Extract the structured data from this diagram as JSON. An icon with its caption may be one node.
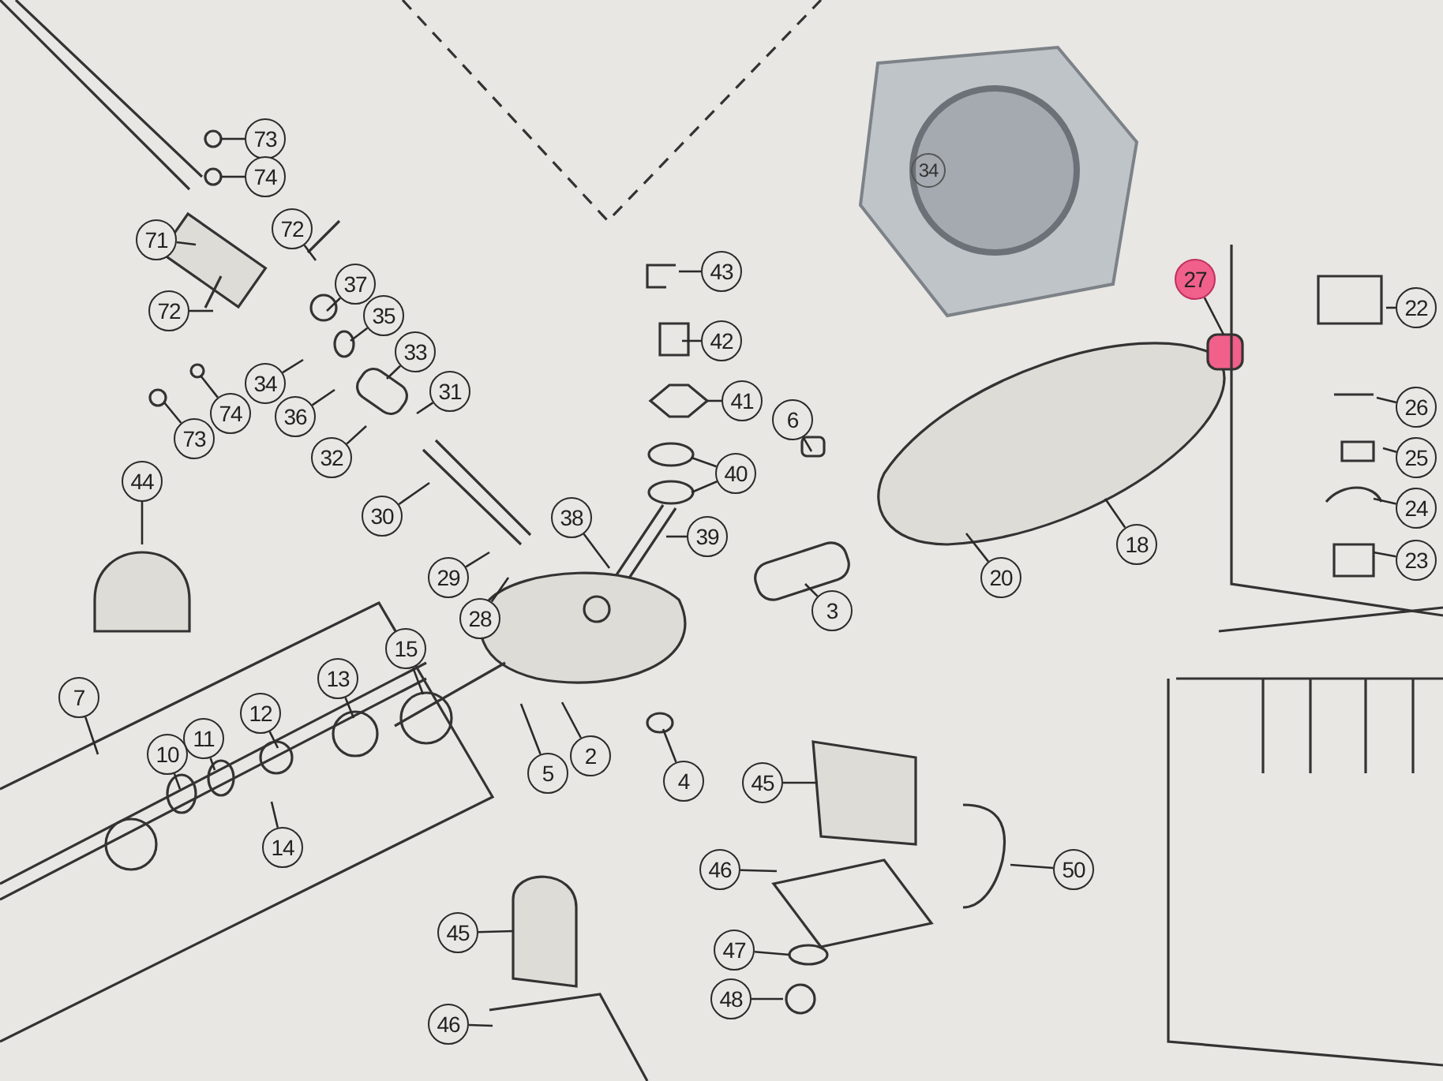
{
  "diagram": {
    "nodes": [
      {
        "text": [
          "73"
        ]
      },
      {
        "text": [
          "74"
        ]
      },
      {
        "text": [
          "71"
        ]
      },
      {
        "text": [
          "72"
        ]
      },
      {
        "text": [
          "72"
        ]
      },
      {
        "text": [
          "37"
        ]
      },
      {
        "text": [
          "35"
        ]
      },
      {
        "text": [
          "34"
        ]
      },
      {
        "text": [
          "36"
        ]
      },
      {
        "text": [
          "33"
        ]
      },
      {
        "text": [
          "74"
        ]
      },
      {
        "text": [
          "31"
        ]
      },
      {
        "text": [
          "73"
        ]
      },
      {
        "text": [
          "32"
        ]
      },
      {
        "text": [
          "44"
        ]
      },
      {
        "text": [
          "30"
        ]
      },
      {
        "text": [
          "43"
        ]
      },
      {
        "text": [
          "42"
        ]
      },
      {
        "text": [
          "41"
        ]
      },
      {
        "text": [
          "40"
        ]
      },
      {
        "text": [
          "39"
        ]
      },
      {
        "text": [
          "38"
        ]
      },
      {
        "text": [
          "29"
        ]
      },
      {
        "text": [
          "28"
        ]
      },
      {
        "text": [
          "6"
        ]
      },
      {
        "text": [
          "3"
        ]
      },
      {
        "text": [
          "20"
        ]
      },
      {
        "text": [
          "18"
        ]
      },
      {
        "text": [
          "27"
        ]
      },
      {
        "text": [
          "34"
        ]
      },
      {
        "text": [
          "22"
        ]
      },
      {
        "text": [
          "26"
        ]
      },
      {
        "text": [
          "25"
        ]
      },
      {
        "text": [
          "24"
        ]
      },
      {
        "text": [
          "23"
        ]
      },
      {
        "text": [
          "15"
        ]
      },
      {
        "text": [
          "13"
        ]
      },
      {
        "text": [
          "12"
        ]
      },
      {
        "text": [
          "11"
        ]
      },
      {
        "text": [
          "10"
        ]
      },
      {
        "text": [
          "14"
        ]
      },
      {
        "text": [
          "7"
        ]
      },
      {
        "text": [
          "5"
        ]
      },
      {
        "text": [
          "2"
        ]
      },
      {
        "text": [
          "4"
        ]
      },
      {
        "text": [
          "45"
        ]
      },
      {
        "text": [
          "46"
        ]
      },
      {
        "text": [
          "47"
        ]
      },
      {
        "text": [
          "48"
        ]
      },
      {
        "text": [
          "50"
        ]
      },
      {
        "text": [
          "45"
        ]
      },
      {
        "text": [
          "46"
        ]
      }
    ],
    "edges": [
      {
        "from": 0,
        "to": null,
        "arrow": "none"
      },
      {
        "from": 1,
        "to": null,
        "arrow": "none"
      },
      {
        "from": 2,
        "to": null,
        "arrow": "none"
      },
      {
        "from": 3,
        "to": null,
        "arrow": "none"
      },
      {
        "from": 4,
        "to": null,
        "arrow": "none"
      },
      {
        "from": 5,
        "to": null,
        "arrow": "none"
      },
      {
        "from": 6,
        "to": null,
        "arrow": "none"
      },
      {
        "from": 7,
        "to": null,
        "arrow": "none"
      },
      {
        "from": 8,
        "to": null,
        "arrow": "none"
      },
      {
        "from": 9,
        "to": null,
        "arrow": "none"
      },
      {
        "from": 10,
        "to": null,
        "arrow": "none"
      },
      {
        "from": 11,
        "to": null,
        "arrow": "none"
      },
      {
        "from": 12,
        "to": null,
        "arrow": "none"
      },
      {
        "from": 13,
        "to": null,
        "arrow": "none"
      },
      {
        "from": 14,
        "to": null,
        "arrow": "none"
      },
      {
        "from": 15,
        "to": null,
        "arrow": "none"
      },
      {
        "from": 16,
        "to": null,
        "arrow": "none"
      },
      {
        "from": 17,
        "to": null,
        "arrow": "none"
      },
      {
        "from": 18,
        "to": null,
        "arrow": "none"
      },
      {
        "from": 19,
        "to": null,
        "arrow": "none"
      },
      {
        "from": 19,
        "to": null,
        "arrow": "none"
      },
      {
        "from": 20,
        "to": null,
        "arrow": "none"
      },
      {
        "from": 21,
        "to": null,
        "arrow": "none"
      },
      {
        "from": 22,
        "to": null,
        "arrow": "none"
      },
      {
        "from": 23,
        "to": null,
        "arrow": "none"
      },
      {
        "from": 24,
        "to": null,
        "arrow": "none"
      },
      {
        "from": 25,
        "to": null,
        "arrow": "none"
      },
      {
        "from": 26,
        "to": null,
        "arrow": "none"
      },
      {
        "from": 27,
        "to": null,
        "arrow": "none"
      },
      {
        "from": 28,
        "to": null,
        "arrow": "none"
      },
      {
        "from": 30,
        "to": null,
        "arrow": "none"
      },
      {
        "from": 31,
        "to": null,
        "arrow": "none"
      },
      {
        "from": 32,
        "to": null,
        "arrow": "none"
      },
      {
        "from": 33,
        "to": null,
        "arrow": "none"
      },
      {
        "from": 34,
        "to": null,
        "arrow": "none"
      },
      {
        "from": 35,
        "to": null,
        "arrow": "none"
      },
      {
        "from": 36,
        "to": null,
        "arrow": "none"
      },
      {
        "from": 37,
        "to": null,
        "arrow": "none"
      },
      {
        "from": 38,
        "to": null,
        "arrow": "none"
      },
      {
        "from": 39,
        "to": null,
        "arrow": "none"
      },
      {
        "from": 40,
        "to": null,
        "arrow": "none"
      },
      {
        "from": 41,
        "to": null,
        "arrow": "none"
      },
      {
        "from": 42,
        "to": null,
        "arrow": "none"
      },
      {
        "from": 43,
        "to": null,
        "arrow": "none"
      },
      {
        "from": 44,
        "to": null,
        "arrow": "none"
      },
      {
        "from": 45,
        "to": null,
        "arrow": "none"
      },
      {
        "from": 46,
        "to": null,
        "arrow": "none"
      },
      {
        "from": 47,
        "to": null,
        "arrow": "none"
      },
      {
        "from": 48,
        "to": null,
        "arrow": "none"
      },
      {
        "from": 49,
        "to": null,
        "arrow": "none"
      },
      {
        "from": 50,
        "to": null,
        "arrow": "none"
      },
      {
        "from": 51,
        "to": null,
        "arrow": "none"
      }
    ]
  }
}
